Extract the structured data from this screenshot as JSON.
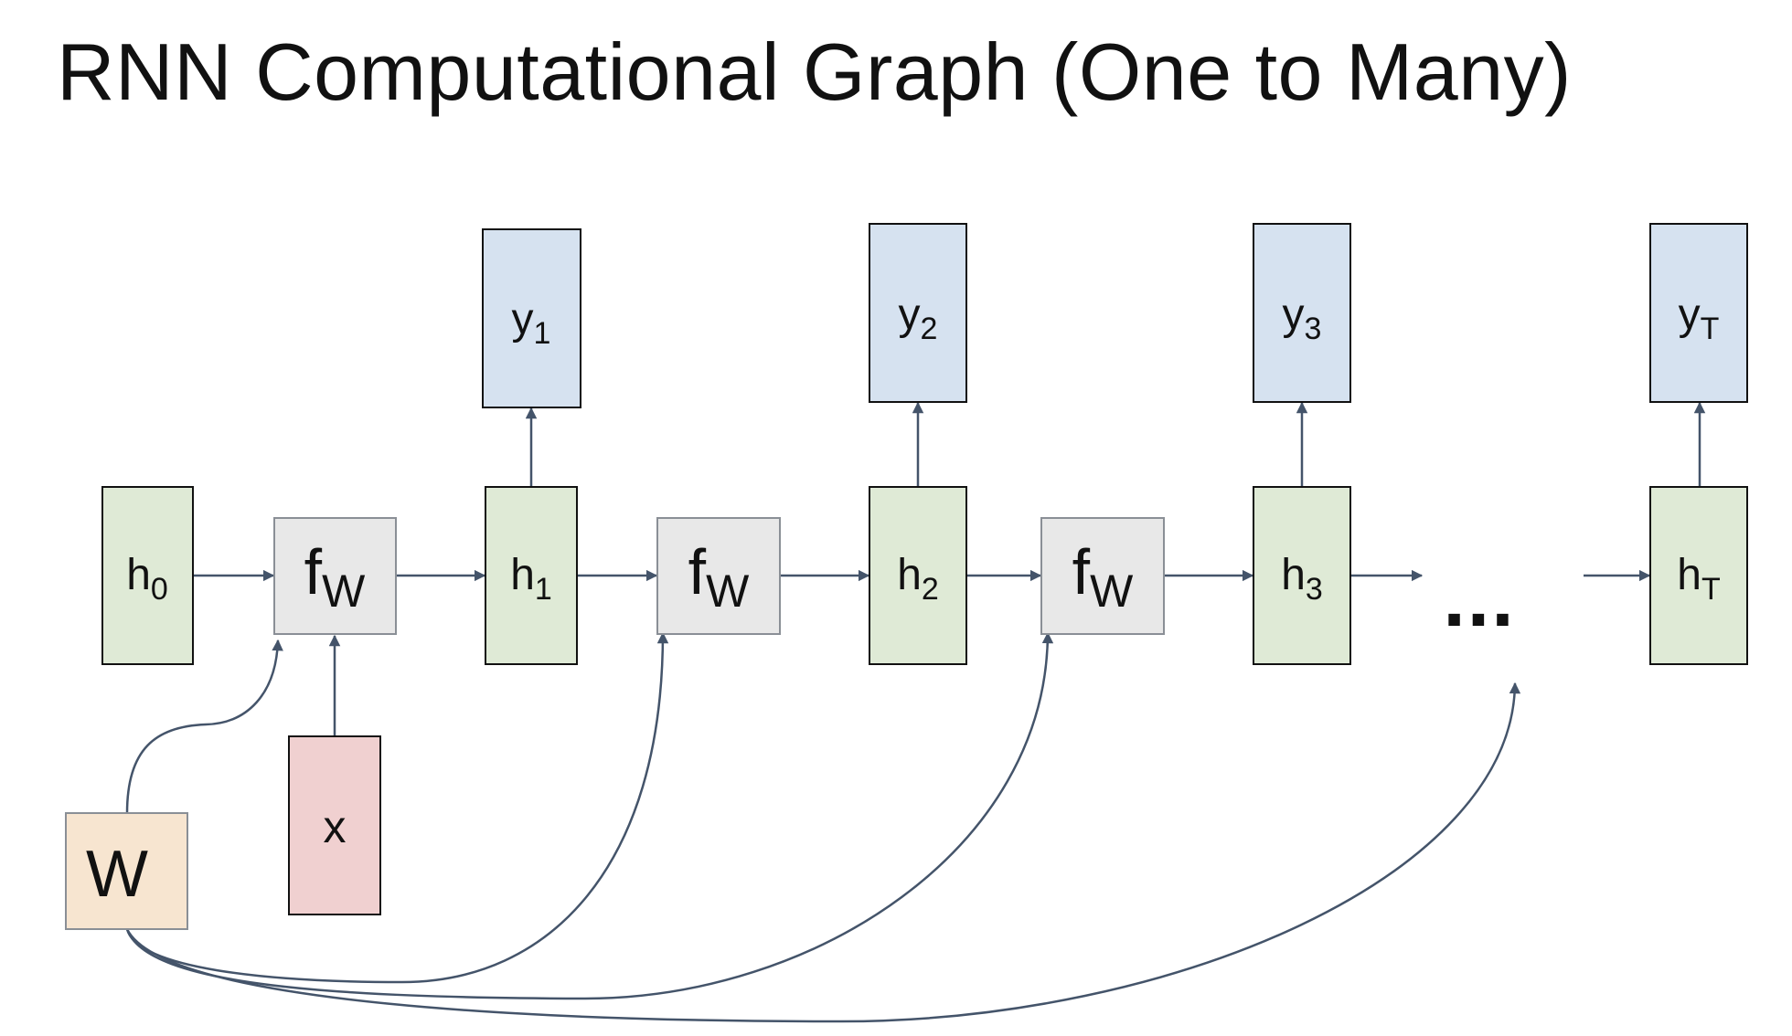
{
  "title": "RNN Computational Graph (One to Many)",
  "colors": {
    "hidden_fill": "#dfead6",
    "output_fill": "#d6e2f0",
    "input_fill": "#f0d0d0",
    "weight_fill": "#f7e5d0",
    "function_fill": "#e8e8e8",
    "arrow": "#44546a"
  },
  "nodes": {
    "h0": {
      "base": "h",
      "sub": "0"
    },
    "h1": {
      "base": "h",
      "sub": "1"
    },
    "h2": {
      "base": "h",
      "sub": "2"
    },
    "h3": {
      "base": "h",
      "sub": "3"
    },
    "hT": {
      "base": "h",
      "sub": "T"
    },
    "y1": {
      "base": "y",
      "sub": "1"
    },
    "y2": {
      "base": "y",
      "sub": "2"
    },
    "y3": {
      "base": "y",
      "sub": "3"
    },
    "yT": {
      "base": "y",
      "sub": "T"
    },
    "f1": {
      "base": "f",
      "sub": "W"
    },
    "f2": {
      "base": "f",
      "sub": "W"
    },
    "f3": {
      "base": "f",
      "sub": "W"
    },
    "x": {
      "label": "x"
    },
    "W": {
      "label": "W"
    }
  },
  "ellipsis": "..."
}
